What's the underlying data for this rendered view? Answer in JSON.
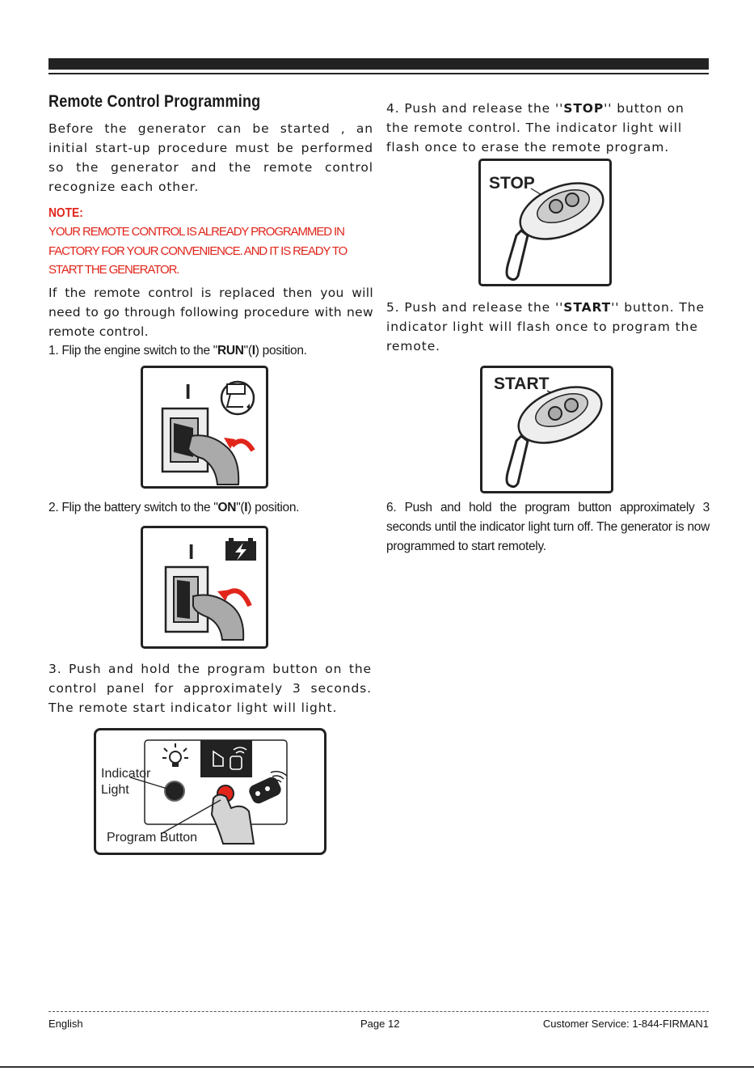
{
  "section": {
    "title": "Remote Control Programming"
  },
  "intro": "Before the generator can be started , an initial start-up procedure must be performed so the generator and the remote control recognize each other.",
  "note": {
    "heading": "NOTE:",
    "body": "YOUR REMOTE CONTROL IS ALREADY PROGRAMMED IN FACTORY FOR YOUR CONVENIENCE. AND IT IS READY TO START THE GENERATOR."
  },
  "replaced_text": "If the remote control is replaced then you will need to go through following procedure with new remote control.",
  "steps": {
    "s1": {
      "pre": "1. Flip the engine switch to the \"",
      "bold": "RUN",
      "mid": "\"(",
      "bold2": "I",
      "post": ") position."
    },
    "s2": {
      "pre": "2. Flip the battery switch to the \"",
      "bold": "ON",
      "mid": "\"(",
      "bold2": "I",
      "post": ") position."
    },
    "s3": "3. Push and hold the program button on the control panel for approximately 3 seconds. The remote start indicator light will light.",
    "s4": {
      "pre": "4. Push and release the ''",
      "bold": "STOP",
      "post": "'' button on the remote control. The indicator light will flash once to erase the remote program."
    },
    "s5": {
      "pre": "5. Push and release the ''",
      "bold": "START",
      "post": "'' button. The indicator light will flash once to program the remote."
    },
    "s6": "6. Push and hold the program button approximately 3 seconds until the indicator light turn off. The generator is now programmed to start remotely."
  },
  "figures": {
    "switch_mark": "I",
    "panel_indicator_1": "Indicator",
    "panel_indicator_2": "Light",
    "panel_program": "Program Button",
    "remote_stop": "STOP",
    "remote_start": "START"
  },
  "footer": {
    "language": "English",
    "page": "Page 12",
    "service": "Customer Service: 1-844-FIRMAN1"
  }
}
